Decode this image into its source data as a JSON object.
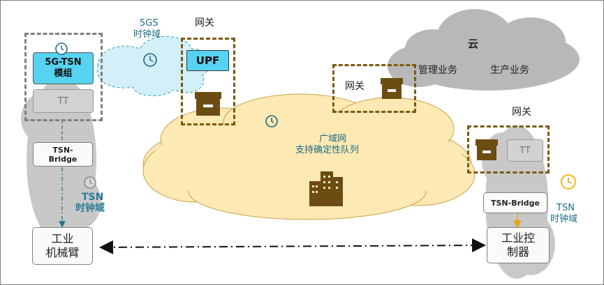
{
  "cloud_label": "云",
  "cloud_services": [
    "管理业务",
    "生产业务"
  ],
  "gateway_label": "网关",
  "sync_domain_5gs": {
    "line1": "5GS",
    "line2": "时钟域"
  },
  "tsn_domain": {
    "line1": "TSN",
    "line2": "时钟域"
  },
  "module_5g_tsn": {
    "line1": "5G-TSN",
    "line2": "模组"
  },
  "tt_label": "TT",
  "upf_label": "UPF",
  "tsn_bridge_label": "TSN-Bridge",
  "tsn_bridge_left": {
    "line1": "TSN-",
    "line2": "Bridge"
  },
  "wan": {
    "line1": "广域网",
    "line2": "支持确定性队列"
  },
  "robot_arm": {
    "line1": "工业",
    "line2": "机械臂"
  },
  "controller": {
    "line1": "工业控",
    "line2": "制器"
  },
  "colors": {
    "gateway_border": "#7a5a10",
    "box_brown": "#6b4c12",
    "wan_cloud": "#fbe8b1",
    "gray_cloud": "#b7b7b7",
    "sync_cloud": "#cdeef7",
    "upf_fill": "#56d3f0",
    "clock_yellow": "#f2b81d"
  },
  "icons": [
    "clock-icon",
    "server-box-icon",
    "building-icon",
    "arrow-down-icon",
    "double-arrow-icon"
  ]
}
